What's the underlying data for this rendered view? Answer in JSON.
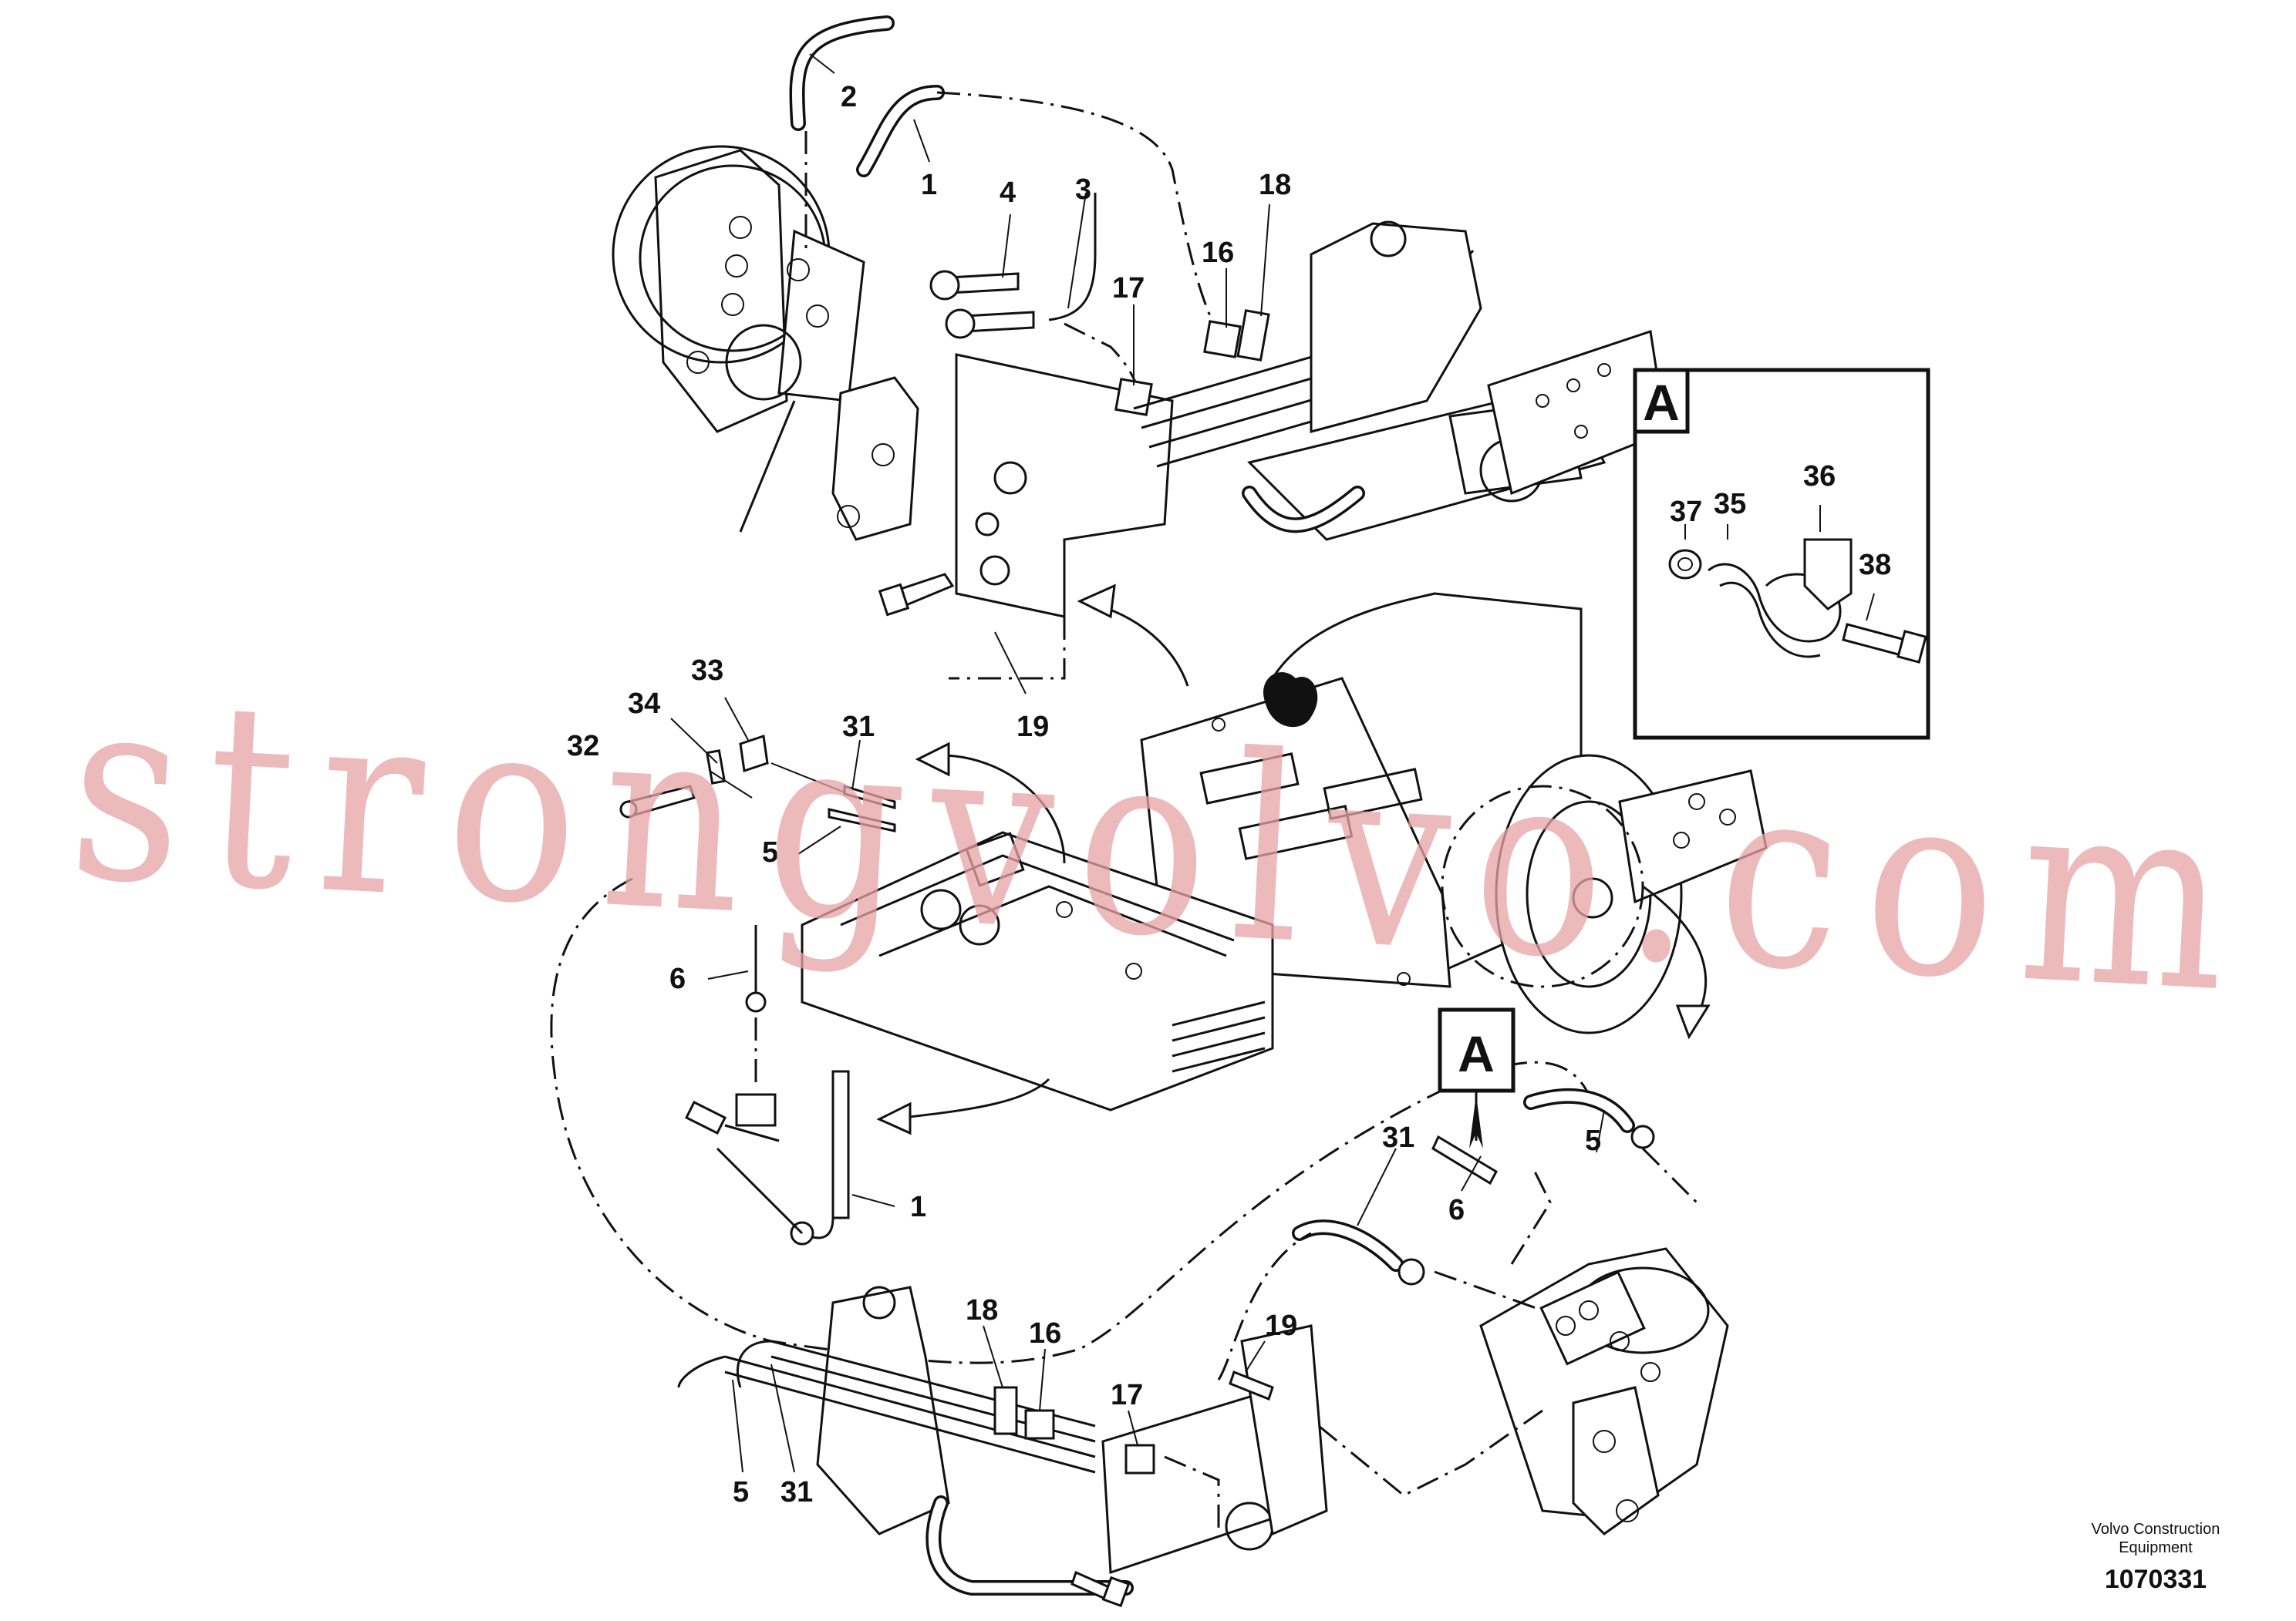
{
  "watermark": "strongvolvo.com",
  "detail": {
    "letter": "A",
    "callout_letter": "A"
  },
  "brand": {
    "line1": "Volvo Construction",
    "line2": "Equipment"
  },
  "catalog_number": "1070331",
  "labels": {
    "p1": "1",
    "p2": "2",
    "p3": "3",
    "p4": "4",
    "p16": "16",
    "p17": "17",
    "p18": "18",
    "p19": "19",
    "p31": "31",
    "p32": "32",
    "p33": "33",
    "p34": "34",
    "p5": "5",
    "p6": "6",
    "p1b": "1",
    "p31b": "31",
    "p6b": "6",
    "p5b": "5",
    "p18b": "18",
    "p16b": "16",
    "p19b": "19",
    "p17b": "17",
    "p5c": "5",
    "p31c": "31",
    "p37": "37",
    "p35": "35",
    "p36": "36",
    "p38": "38"
  }
}
